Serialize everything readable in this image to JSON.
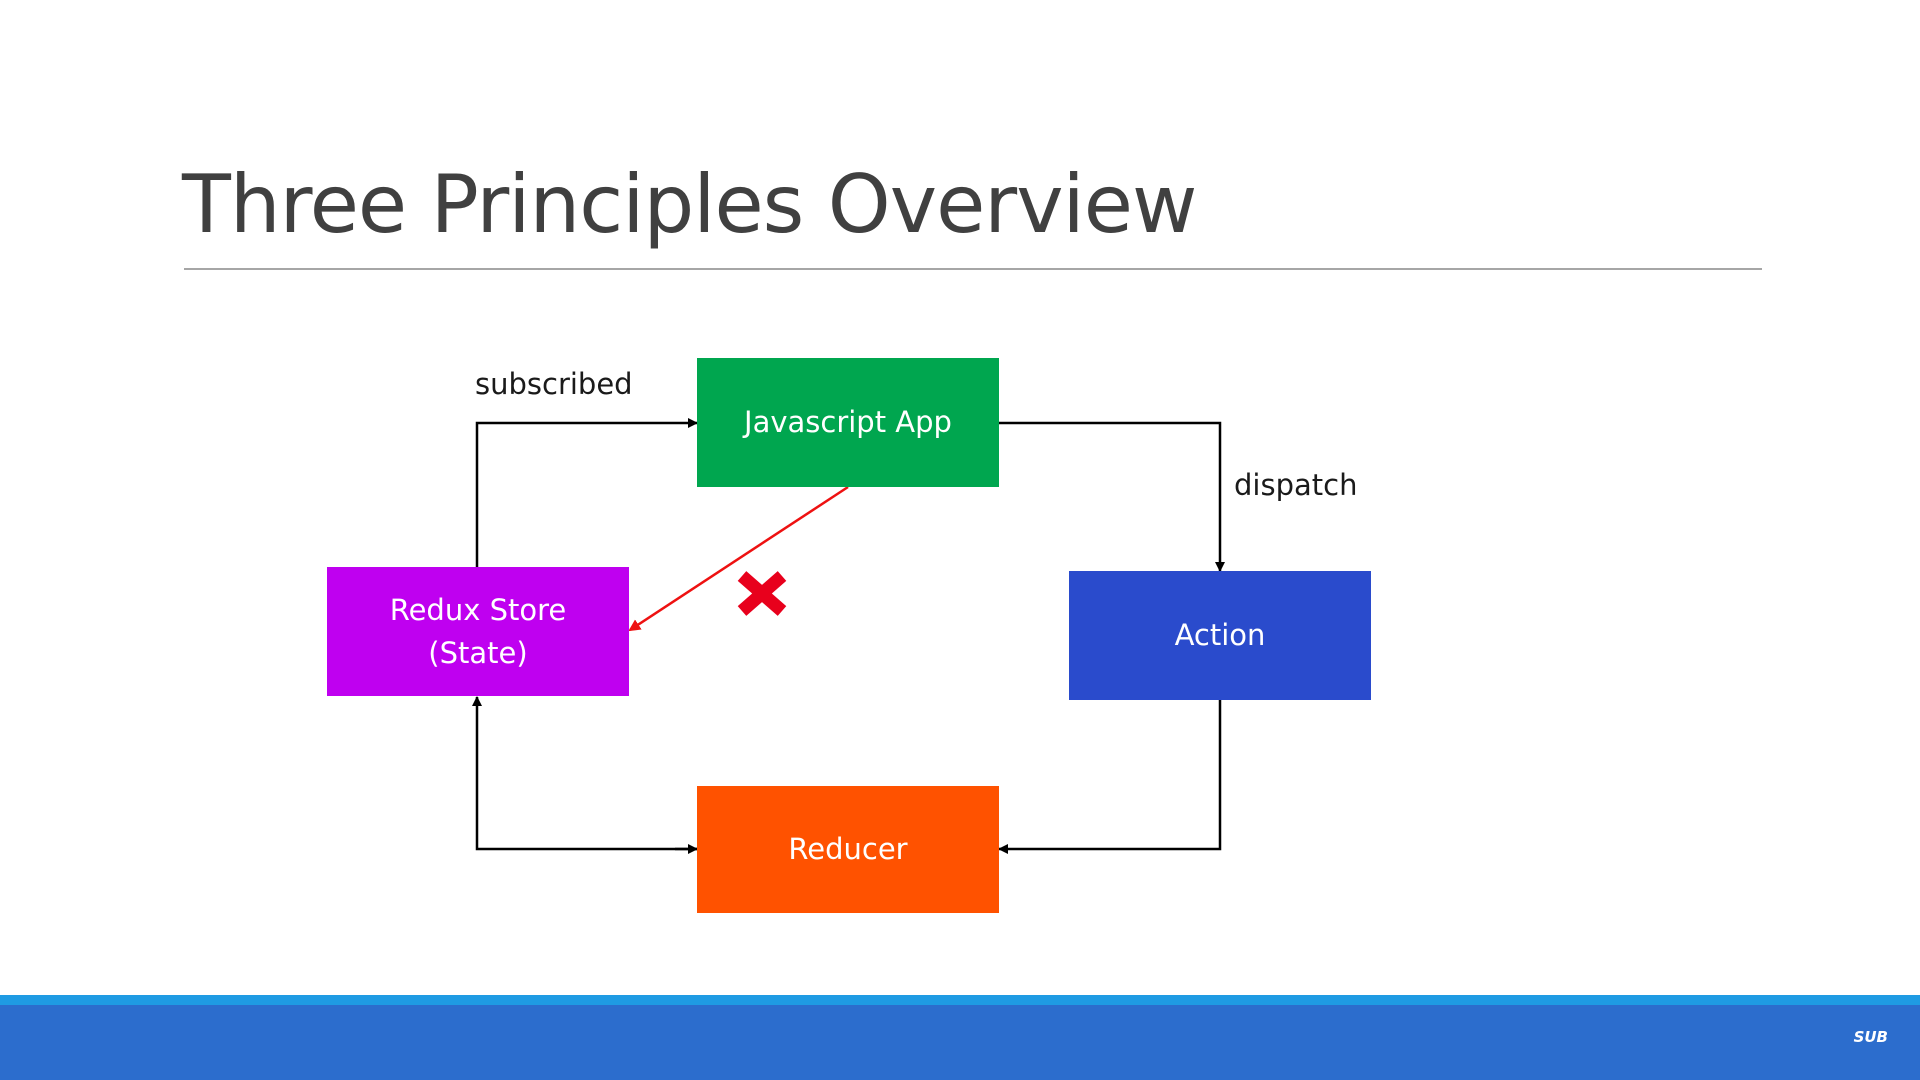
{
  "slide": {
    "title": "Three Principles Overview"
  },
  "diagram": {
    "nodes": {
      "app": {
        "label": "Javascript App",
        "color": "#00a64f"
      },
      "store": {
        "line1": "Redux Store",
        "line2": "(State)",
        "color": "#bf00f0"
      },
      "action": {
        "label": "Action",
        "color": "#2a4bcc"
      },
      "reducer": {
        "label": "Reducer",
        "color": "#ff5200"
      }
    },
    "edges": [
      {
        "from": "store",
        "to": "app",
        "label": "subscribed"
      },
      {
        "from": "app",
        "to": "action",
        "label": "dispatch"
      },
      {
        "from": "action",
        "to": "reducer",
        "label": ""
      },
      {
        "from": "reducer",
        "to": "store",
        "label": ""
      },
      {
        "from": "app",
        "to": "store",
        "label": "",
        "forbidden": true
      }
    ],
    "forbidden_marker": {
      "icon": "cross-mark-icon",
      "color": "#e8001c"
    }
  },
  "footer": {
    "badge": "SUB",
    "bar_color": "#2c6dcd",
    "stripe_color": "#1f9be3"
  }
}
